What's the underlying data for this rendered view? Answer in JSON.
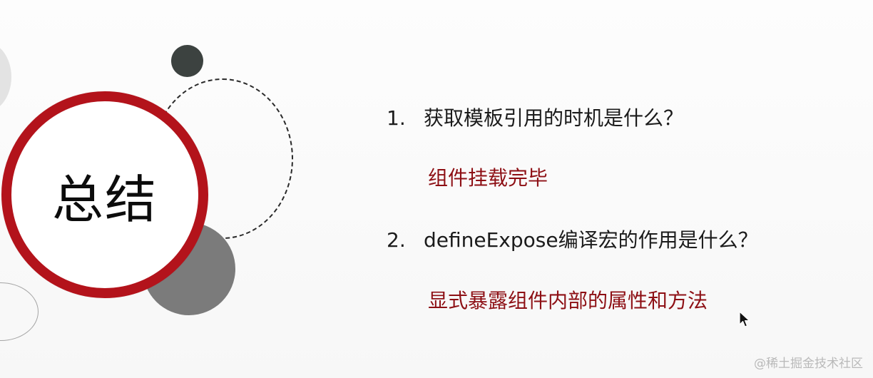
{
  "slide": {
    "title": "总结",
    "questions": [
      {
        "number": "1.",
        "question": "获取模板引用的时机是什么？",
        "answer": "组件挂载完毕"
      },
      {
        "number": "2.",
        "question": "defineExpose编译宏的作用是什么？",
        "answer": "显式暴露组件内部的属性和方法"
      }
    ]
  },
  "watermark": "@稀土掘金技术社区",
  "colors": {
    "accent_ring": "#b3131b",
    "answer_text": "#8d0f14",
    "question_text": "#1b1b1b"
  },
  "icons": {
    "cursor": "mouse-pointer-icon"
  }
}
